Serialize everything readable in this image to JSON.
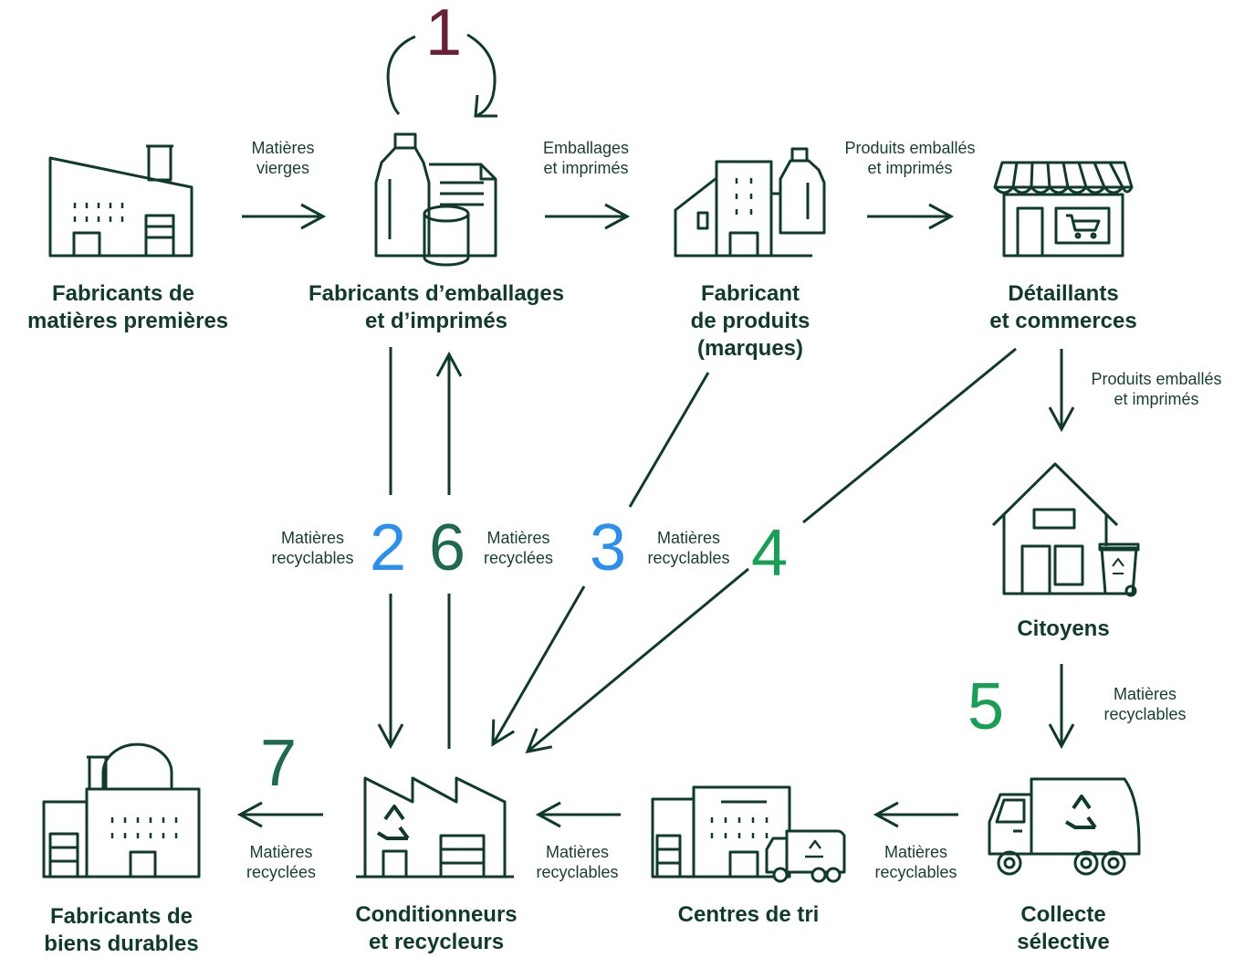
{
  "colors": {
    "ink": "#0f3b2a",
    "step_1": "#6a1f34",
    "step_blue": "#2b8ff0",
    "step_dark_green": "#1d6a4e",
    "step_bright_green": "#17a054"
  },
  "nodes": {
    "raw_materials": [
      "Fabricants de",
      "matières premières"
    ],
    "packaging": [
      "Fabricants d’emballages",
      "et d’imprimés"
    ],
    "brands": [
      "Fabricant",
      "de produits",
      "(marques)"
    ],
    "retailers": [
      "Détaillants",
      "et commerces"
    ],
    "citizens": [
      "Citoyens"
    ],
    "collection": [
      "Collecte",
      "sélective"
    ],
    "sorting": [
      "Centres de tri"
    ],
    "recyclers": [
      "Conditionneurs",
      "et recycleurs"
    ],
    "durables": [
      "Fabricants de",
      "biens durables"
    ]
  },
  "flows": {
    "virgin": [
      "Matières",
      "vierges"
    ],
    "packaging_printed": [
      "Emballages",
      "et imprimés"
    ],
    "packaged_products_1": [
      "Produits emballés",
      "et imprimés"
    ],
    "packaged_products_2": [
      "Produits emballés",
      "et imprimés"
    ],
    "recyclable_2": [
      "Matières",
      "recyclables"
    ],
    "recycled_6": [
      "Matières",
      "recyclées"
    ],
    "recyclable_3": [
      "Matières",
      "recyclables"
    ],
    "recyclable_5": [
      "Matières",
      "recyclables"
    ],
    "recyclable_collect_sort": [
      "Matières",
      "recyclables"
    ],
    "recyclable_sort_recycler": [
      "Matières",
      "recyclables"
    ],
    "recycled_7": [
      "Matières",
      "recyclées"
    ]
  },
  "steps": {
    "s1": "1",
    "s2": "2",
    "s3": "3",
    "s4": "4",
    "s5": "5",
    "s6": "6",
    "s7": "7"
  },
  "icons": [
    "factory-icon",
    "packaging-icon",
    "brand-products-icon",
    "store-icon",
    "house-icon",
    "recycling-truck-icon",
    "sorting-center-icon",
    "recycling-plant-icon",
    "durable-goods-factory-icon"
  ]
}
